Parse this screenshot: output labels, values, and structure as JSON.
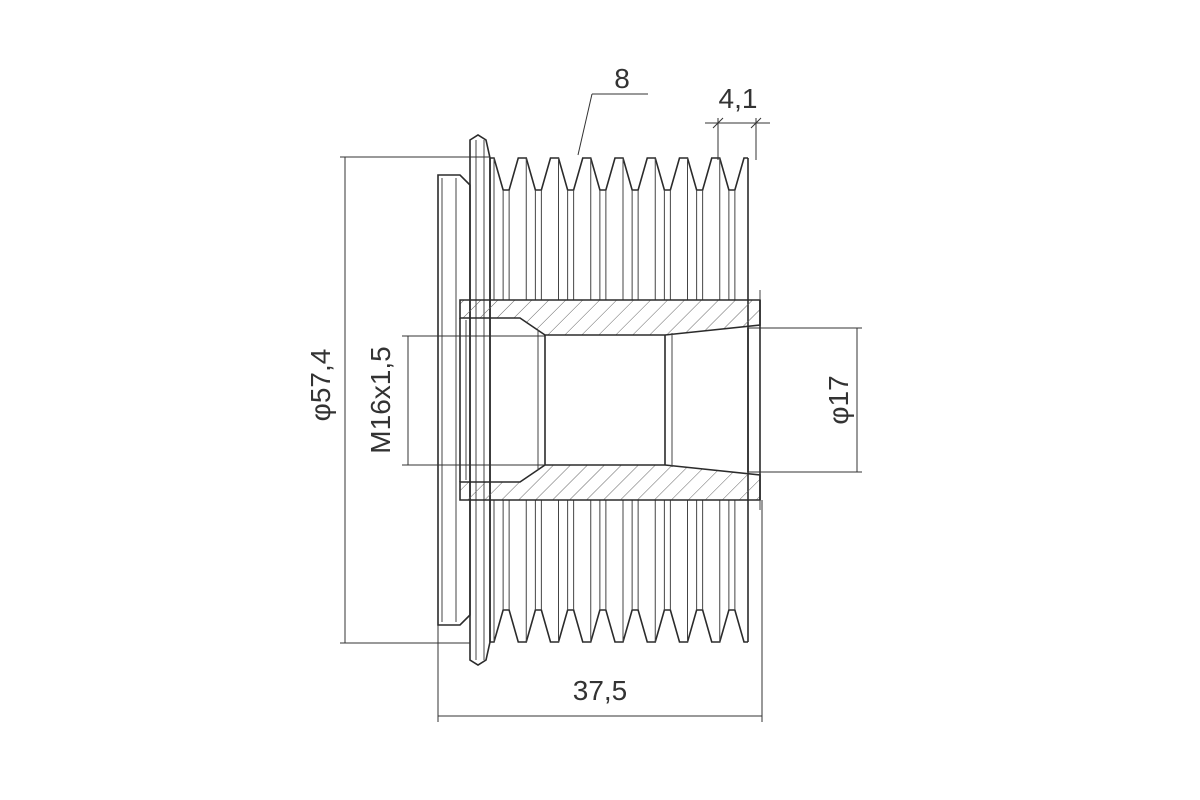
{
  "dimensions": {
    "outer_diameter": "φ57,4",
    "thread": "M16x1,5",
    "bore_diameter": "φ17",
    "overall_length": "37,5",
    "groove_count": "8",
    "groove_pitch": "4,1"
  },
  "colors": {
    "line": "#2b2b2b",
    "text": "#333333",
    "background": "#ffffff"
  }
}
